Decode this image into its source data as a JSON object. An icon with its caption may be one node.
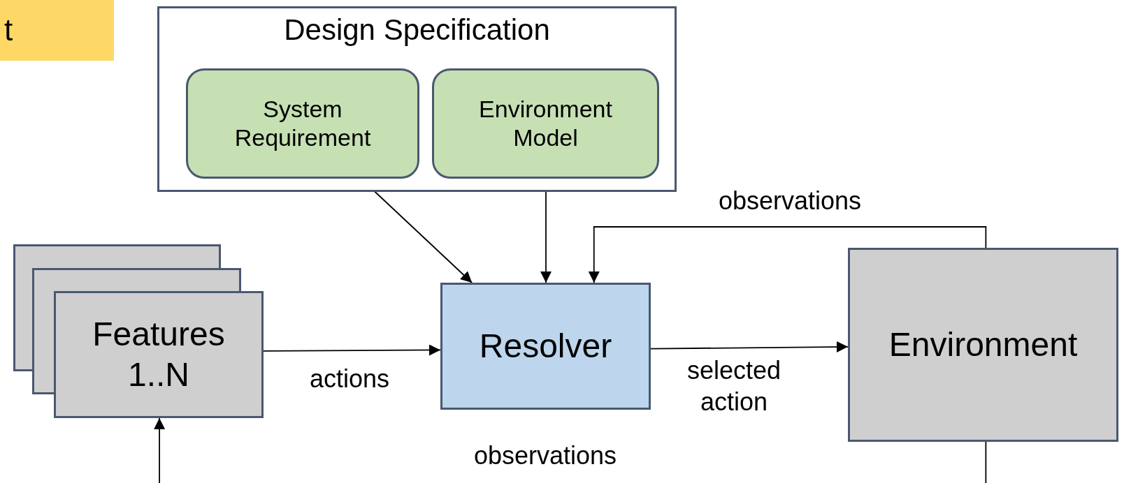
{
  "diagram": {
    "nodes": [
      {
        "text": [
          "t"
        ]
      },
      {
        "text": [
          "Design Specification"
        ]
      },
      {
        "text": [
          "System Requirement"
        ],
        "in": 1
      },
      {
        "text": [
          "Environment Model"
        ],
        "in": 1
      },
      {
        "text": [
          "Features 1..N"
        ]
      },
      {
        "text": [
          "Resolver"
        ]
      },
      {
        "text": [
          "Environment"
        ]
      }
    ],
    "edges": [
      {
        "from": 2,
        "to": 5,
        "arrow": "to"
      },
      {
        "from": 3,
        "to": 5,
        "arrow": "to"
      },
      {
        "from": 6,
        "to": 5,
        "arrow": "to",
        "label": "observations"
      },
      {
        "from": 4,
        "to": 5,
        "arrow": "to",
        "label": "actions"
      },
      {
        "from": 5,
        "to": 6,
        "arrow": "to",
        "label": "selected action"
      },
      {
        "from": 6,
        "to": 4,
        "arrow": "to",
        "label": "observations"
      }
    ]
  }
}
